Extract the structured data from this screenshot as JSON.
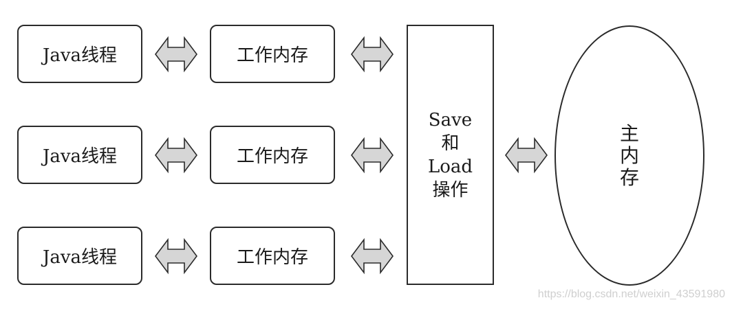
{
  "rows": [
    {
      "thread": "Java线程",
      "memory": "工作内存"
    },
    {
      "thread": "Java线程",
      "memory": "工作内存"
    },
    {
      "thread": "Java线程",
      "memory": "工作内存"
    }
  ],
  "save_load": {
    "line1": "Save",
    "line2": "和",
    "line3": "Load",
    "line4": "操作"
  },
  "main_memory": {
    "char1": "主",
    "char2": "内",
    "char3": "存"
  },
  "watermark": "https://blog.csdn.net/weixin_43591980",
  "colors": {
    "arrow_fill": "#d6d6d6",
    "stroke": "#2a2a2a"
  }
}
